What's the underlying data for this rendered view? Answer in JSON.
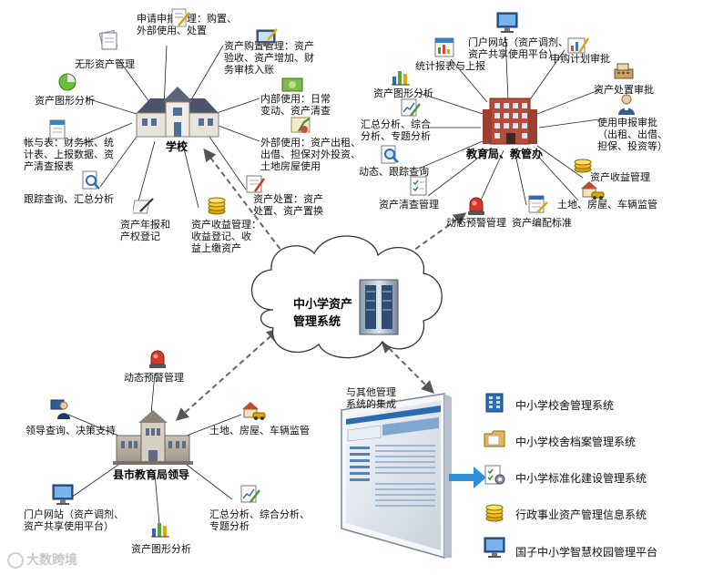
{
  "school": {
    "hub_label": "学校",
    "items": [
      {
        "label": "申请申报管理：购置、\n外部使用、处置",
        "icon": "form-pen-icon"
      },
      {
        "label": "无形资产管理",
        "icon": "document-stack-icon"
      },
      {
        "label": "资产购置管理：资产\n验收、资产增加、财\n务审核入账",
        "icon": "monitor-pen-icon"
      },
      {
        "label": "资产图形分析",
        "icon": "pie-chart-icon"
      },
      {
        "label": "内部使用：日常\n变动、资产清查",
        "icon": "money-card-icon"
      },
      {
        "label": "帐与表：财务帐、统\n计表、上报数据、资\n产清查报表",
        "icon": "ledger-icon"
      },
      {
        "label": "外部使用：资产出租、\n出借、担保对外投资、\n土地房屋使用",
        "icon": "certificate-icon"
      },
      {
        "label": "跟踪查询、汇总分析",
        "icon": "search-report-icon"
      },
      {
        "label": "资产处置：资产\n处置、资产置换",
        "icon": "report-pen-icon"
      },
      {
        "label": "资产年报和\n产权登记",
        "icon": "pen-paper-icon"
      },
      {
        "label": "资产收益管理：\n收益登记、收\n益上缴资产",
        "icon": "coins-icon"
      }
    ]
  },
  "bureau": {
    "hub_label": "教育局、教管办",
    "items": [
      {
        "label": "门户网站（资产调剂、\n资产共享使用平台）",
        "icon": "computer-icon"
      },
      {
        "label": "统计报表与上报",
        "icon": "report-icon"
      },
      {
        "label": "申购计划审批",
        "icon": "plan-approval-icon"
      },
      {
        "label": "资产图形分析",
        "icon": "bar-chart-icon"
      },
      {
        "label": "资产处置审批",
        "icon": "cash-register-icon"
      },
      {
        "label": "汇总分析、综合\n分析、专题分析",
        "icon": "analysis-pen-icon"
      },
      {
        "label": "使用申报审批\n（出租、出借、\n担保、投资等）",
        "icon": "person-approval-icon"
      },
      {
        "label": "动态、跟踪查询",
        "icon": "magnifier-doc-icon"
      },
      {
        "label": "资产收益管理",
        "icon": "coins-icon"
      },
      {
        "label": "资产清查管理",
        "icon": "checklist-icon"
      },
      {
        "label": "土地、房屋、车辆监管",
        "icon": "house-car-icon"
      },
      {
        "label": "动态预警管理",
        "icon": "alarm-light-icon"
      },
      {
        "label": "资产编配标准",
        "icon": "standard-doc-icon"
      }
    ]
  },
  "center": {
    "label": "中小学资产\n管理系统",
    "icon": "server-icon"
  },
  "county": {
    "hub_label": "县市教育局领导",
    "items": [
      {
        "label": "动态预警管理",
        "icon": "alarm-light-icon"
      },
      {
        "label": "领导查询、决策支持",
        "icon": "leader-icon"
      },
      {
        "label": "土地、房屋、车辆监管",
        "icon": "house-car-icon"
      },
      {
        "label": "门户网站（资产调剂、\n资产共享使用平台）",
        "icon": "computer-icon"
      },
      {
        "label": "汇总分析、综合分析、\n专题分析",
        "icon": "analysis-pen-icon"
      },
      {
        "label": "资产图形分析",
        "icon": "bar-chart-icon"
      }
    ]
  },
  "integration": {
    "label": "与其他管理\n系统的集成",
    "systems": [
      {
        "label": "中小学校舍管理系统",
        "icon": "building-icon"
      },
      {
        "label": "中小学校舍档案管理系统",
        "icon": "archive-folder-icon"
      },
      {
        "label": "中小学标准化建设管理系统",
        "icon": "gear-checklist-icon"
      },
      {
        "label": "行政事业资产管理信息系统",
        "icon": "coins-icon"
      },
      {
        "label": "国子中小学智慧校园管理平台",
        "icon": "computer-icon"
      }
    ]
  },
  "watermark": "大数跨境",
  "colors": {
    "accent": "#1a78c2",
    "dash": "#666666",
    "cloud_stroke": "#333333"
  }
}
